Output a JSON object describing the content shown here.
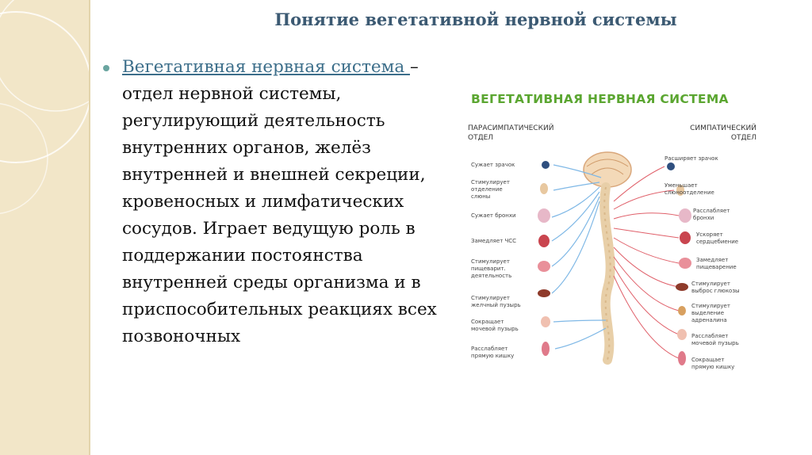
{
  "slide": {
    "title": "Понятие вегетативной нервной системы",
    "term": "Вегетативная нервная система ",
    "definition": "– отдел нервной системы, регулирующий деятельность внутренних органов, желёз внутренней и внешней секреции, кровеносных и лимфатических сосудов. Играет ведущую роль в поддержании постоянства внутренней среды организма и в приспособительных реакциях всех позвоночных"
  },
  "figure": {
    "title": "ВЕГЕТАТИВНАЯ НЕРВНАЯ СИСТЕМА",
    "left_heading": "ПАРАСИМПАТИЧЕСКИЙ\nОТДЕЛ",
    "right_heading": "СИМПАТИЧЕСКИЙ\nОТДЕЛ",
    "left_labels": [
      "Сужает зрачок",
      "Стимулирует\nотделение\nслюны",
      "Сужает бронхи",
      "Замедляет ЧСС",
      "Стимулирует\nпищеварит.\nдеятельность",
      "Стимулирует\nжелчный пузырь",
      "Сокращает\nмочевой пузырь",
      "Расслабляет\nпрямую кишку"
    ],
    "right_labels": [
      "Расширяет зрачок",
      "Уменьшает\nслюноотделение",
      "Расслабляет\nбронхи",
      "Ускоряет\nсердцебиение",
      "Замедляет\nпищеварение",
      "Стимулирует\nвыброс глюкозы",
      "Стимулирует\nвыделение\nадреналина",
      "Расслабляет\nмочевой пузырь",
      "Сокращает\nпрямую кишку"
    ]
  }
}
